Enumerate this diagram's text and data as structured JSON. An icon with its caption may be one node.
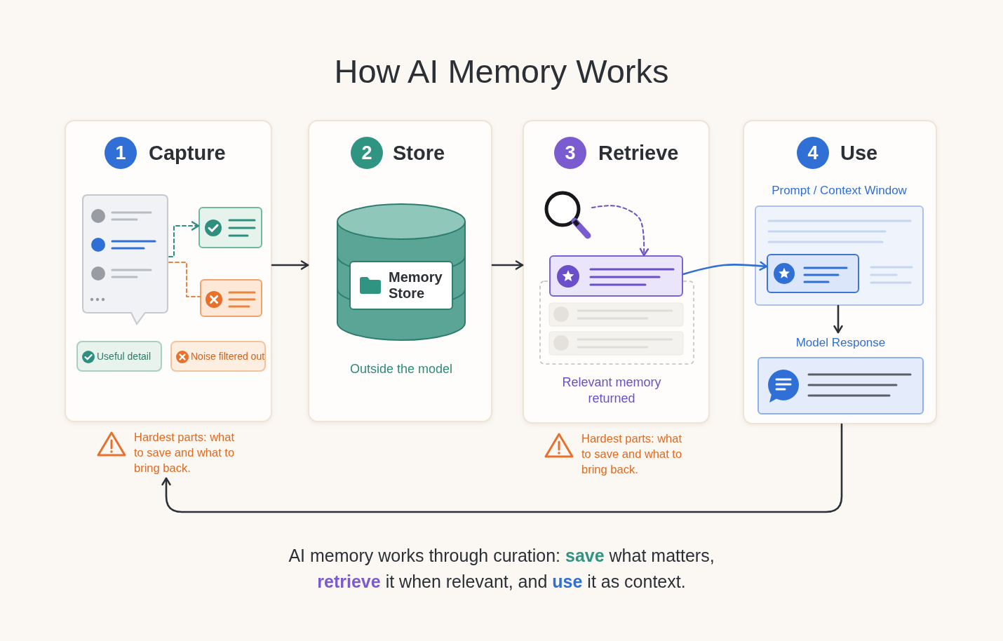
{
  "diagram": {
    "title": "How AI Memory Works",
    "caption": "AI memory works through curation: **save** what matters, **retrieve** it when relevant, and **use** it as context.",
    "nodes": [
      {
        "text": [
          "1",
          "Capture"
        ]
      },
      {
        "text": [],
        "shape": "picture",
        "in": 0
      },
      {
        "text": [],
        "shape": "box",
        "in": 0
      },
      {
        "text": [],
        "shape": "box",
        "in": 0
      },
      {
        "text": [
          "Useful detail"
        ],
        "in": 0
      },
      {
        "text": [
          "Noise filtered out"
        ],
        "in": 0
      },
      {
        "text": [
          "2",
          "Store"
        ]
      },
      {
        "text": [
          "Memory Store"
        ],
        "beside": [
          "Outside the model"
        ],
        "in": 6
      },
      {
        "text": [
          "3",
          "Retrieve"
        ]
      },
      {
        "text": [],
        "shape": "picture",
        "in": 8
      },
      {
        "text": [],
        "shape": "box",
        "in": 8
      },
      {
        "text": [
          "4",
          "Use"
        ]
      },
      {
        "text": [
          "Prompt / Context Window"
        ],
        "in": 11
      },
      {
        "text": [],
        "shape": "box",
        "in": 12
      },
      {
        "text": [
          "Model Response"
        ],
        "in": 11
      },
      {
        "text": [
          "Hardest parts: what to save and what to bring back."
        ]
      },
      {
        "text": [
          "Hardest parts: what to save and what to bring back."
        ]
      }
    ],
    "edges": [
      {
        "from": 1,
        "to": 2,
        "arrow": "to",
        "style": "dashed",
        "color": "#2f8f7f"
      },
      {
        "from": 1,
        "to": 3,
        "arrow": "none",
        "style": "dashed",
        "color": "#e8843f"
      },
      {
        "from": 0,
        "to": 6,
        "arrow": "to"
      },
      {
        "from": 6,
        "to": 8,
        "arrow": "to"
      },
      {
        "from": 9,
        "to": 10,
        "arrow": "to",
        "style": "dashed",
        "color": "#6a4fc9"
      },
      {
        "from": 10,
        "to": 13,
        "arrow": "to",
        "color": "#2f6fd6"
      },
      {
        "from": 12,
        "to": 14,
        "arrow": "to"
      },
      {
        "from": 11,
        "to": 15,
        "arrow": "to"
      }
    ],
    "labels": [
      "Relevant memory returned"
    ]
  }
}
